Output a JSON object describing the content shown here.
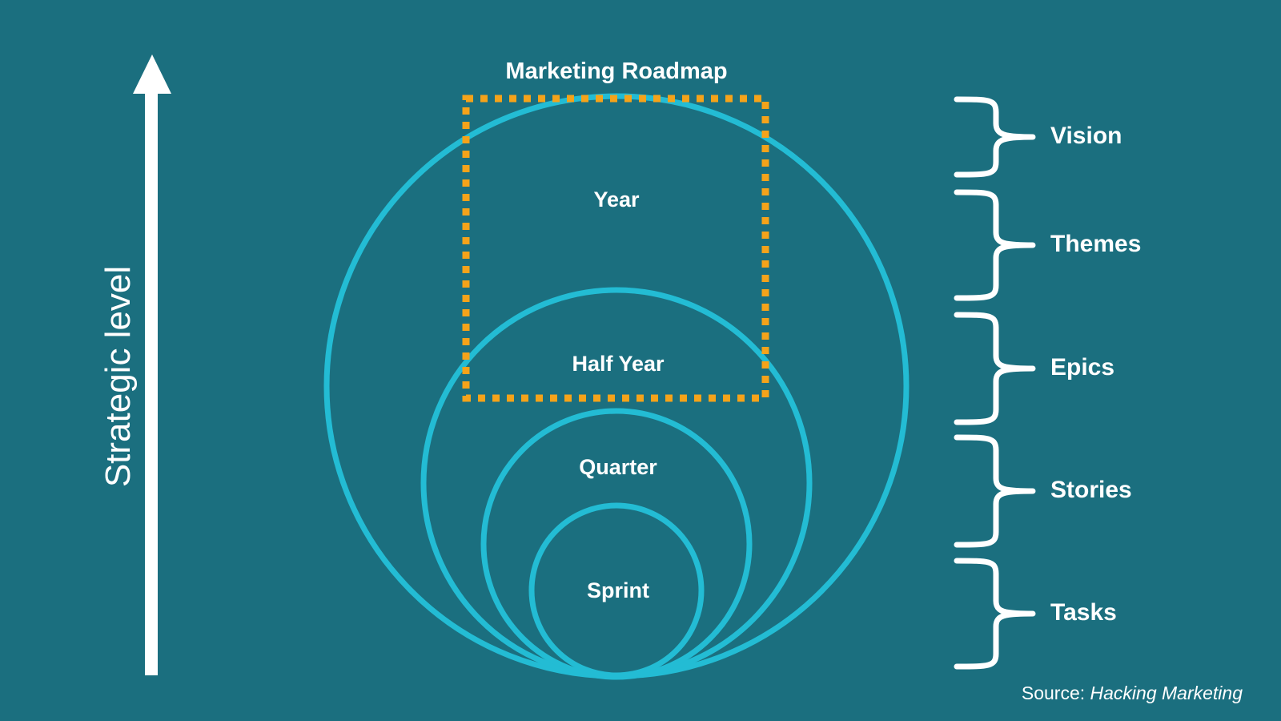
{
  "title": "Marketing Roadmap",
  "axis_label": "Strategic level",
  "circles": [
    {
      "label": "Year"
    },
    {
      "label": "Half Year"
    },
    {
      "label": "Quarter"
    },
    {
      "label": "Sprint"
    }
  ],
  "levels": [
    {
      "label": "Vision"
    },
    {
      "label": "Themes"
    },
    {
      "label": "Epics"
    },
    {
      "label": "Stories"
    },
    {
      "label": "Tasks"
    }
  ],
  "source": {
    "prefix": "Source: ",
    "title": "Hacking Marketing"
  },
  "colors": {
    "background": "#1b6f7f",
    "circle_stroke": "#23bcd4",
    "highlight_box": "#f5a31a",
    "text": "#ffffff"
  },
  "icons": {
    "axis_arrow": "up-arrow-icon",
    "brace": "left-curly-brace-icon"
  }
}
